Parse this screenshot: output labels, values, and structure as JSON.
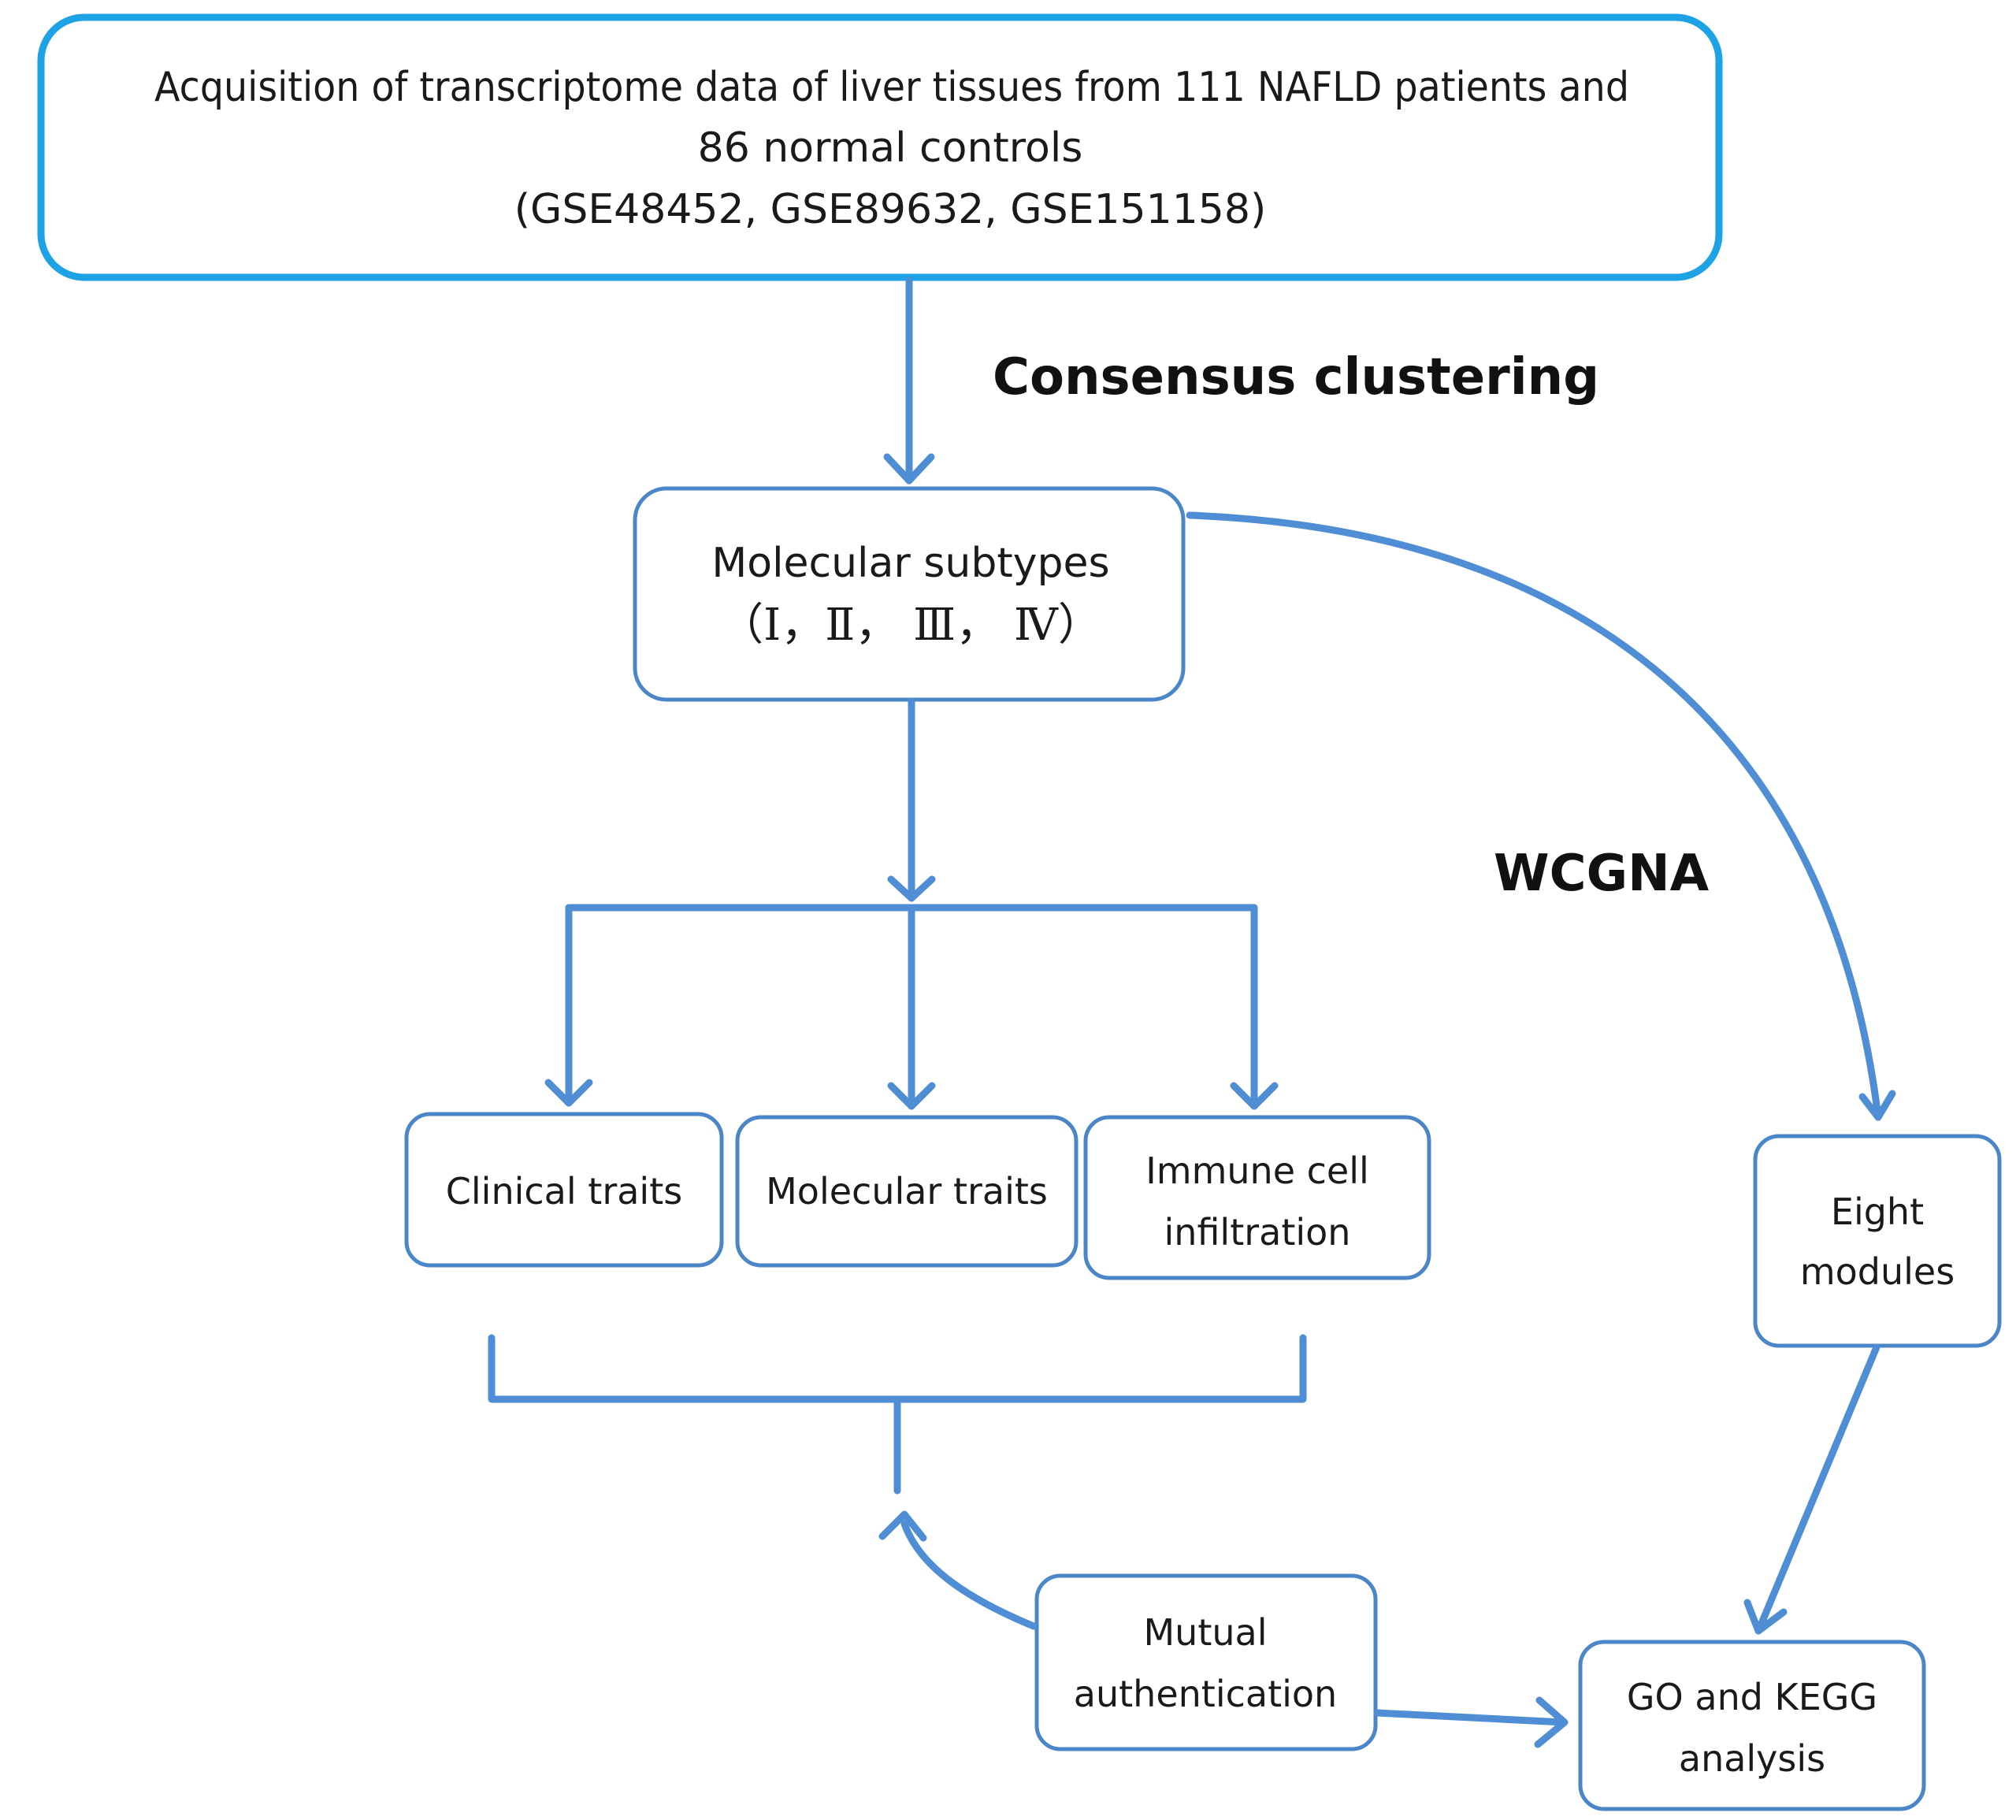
{
  "colors": {
    "top_box_stroke": "#1ea2e6",
    "box_stroke": "#4a86c8",
    "arrow": "#4f8ed4",
    "text": "#1a1a1a"
  },
  "nodes": {
    "acquisition": {
      "line1": "Acquisition of transcriptome data of liver tissues from 111 NAFLD patients and",
      "line2": "86 normal controls",
      "line3": "(GSE48452, GSE89632, GSE151158)"
    },
    "molecular_subtypes": {
      "line1": "Molecular subtypes",
      "line2": "（Ⅰ，Ⅱ， Ⅲ， Ⅳ）"
    },
    "clinical_traits": {
      "line1": "Clinical traits"
    },
    "molecular_traits": {
      "line1": "Molecular traits"
    },
    "immune_infiltration": {
      "line1": "Immune cell",
      "line2": "infiltration"
    },
    "eight_modules": {
      "line1": "Eight",
      "line2": "modules"
    },
    "mutual_authentication": {
      "line1": "Mutual",
      "line2": "authentication"
    },
    "go_kegg": {
      "line1": "GO and KEGG",
      "line2": "analysis"
    }
  },
  "edges": {
    "consensus_clustering": "Consensus clustering",
    "wcgna": "WCGNA"
  }
}
